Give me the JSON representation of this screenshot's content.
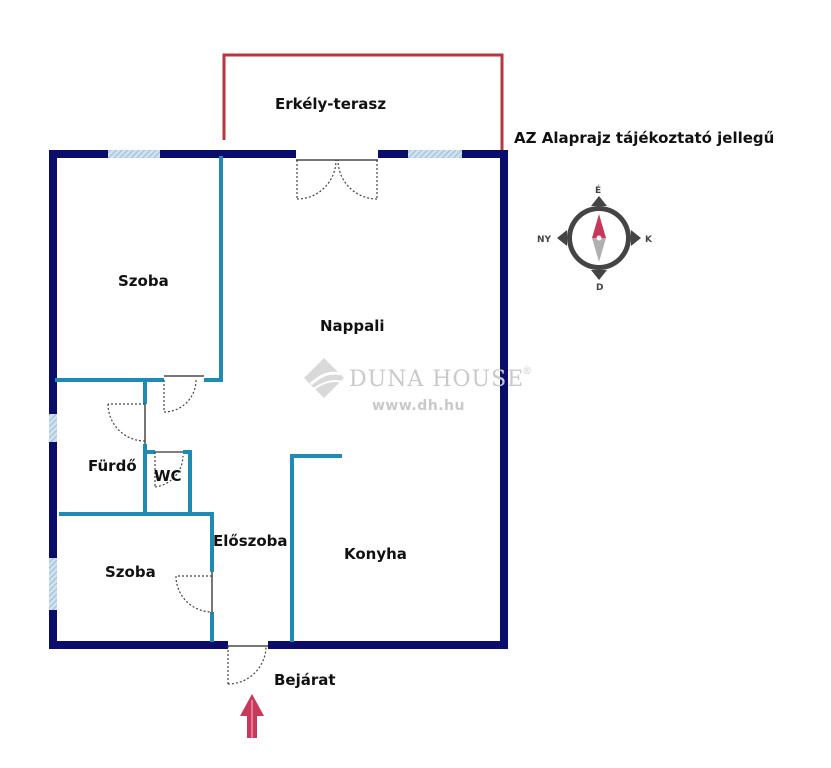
{
  "note": "AZ Alaprajz tájékoztató jellegű",
  "rooms": {
    "balcony": "Erkély-terasz",
    "bedroom_top": "Szoba",
    "living_room": "Nappali",
    "bathroom": "Fürdő",
    "wc": "WC",
    "hallway": "Előszoba",
    "kitchen": "Konyha",
    "bedroom_bottom": "Szoba",
    "entrance": "Bejárat"
  },
  "compass": {
    "north": "É",
    "south": "D",
    "east": "K",
    "west": "NY"
  },
  "watermark": {
    "name": "DUNA HOUSE",
    "registered": "®",
    "url": "www.dh.hu"
  },
  "colors": {
    "outer_wall": "#0b0d6b",
    "inner_wall": "#1f8ab4",
    "balcony_rail": "#b8363d",
    "window": "#a8c8e0",
    "entrance_arrow": "#c8385a"
  }
}
